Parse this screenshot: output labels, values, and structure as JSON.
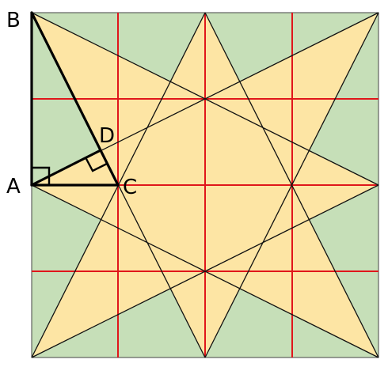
{
  "colors": {
    "background_square": "#c6dfb8",
    "star_fill": "#fde5a4",
    "grid_lines": "#e0161b",
    "diagonal_lines": "#111111",
    "triangle_outline": "#000000"
  },
  "labels": {
    "a": "A",
    "b": "B",
    "c": "C",
    "d": "D"
  },
  "figure": {
    "grid_divisions": 4,
    "right_angle_markers": [
      "A",
      "D"
    ]
  }
}
